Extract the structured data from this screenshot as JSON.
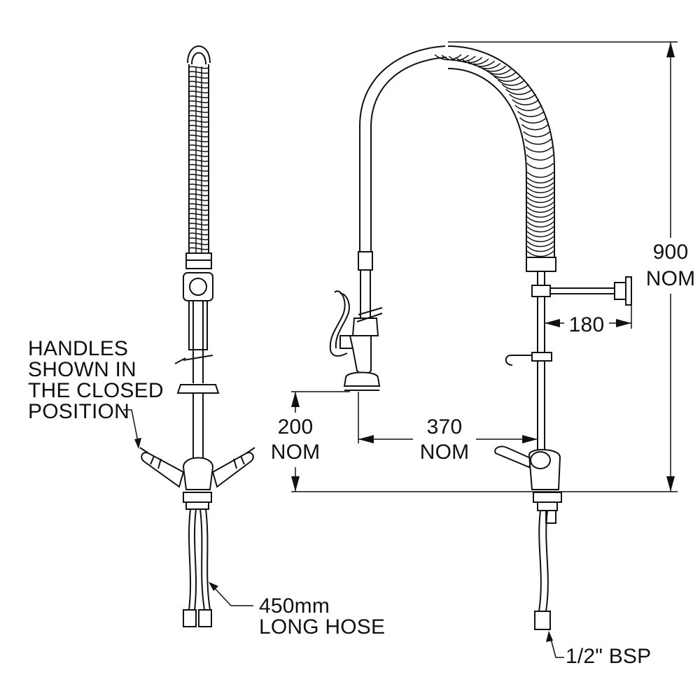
{
  "annotations": {
    "handles_line1": "HANDLES",
    "handles_line2": "SHOWN IN",
    "handles_line3": "THE CLOSED",
    "handles_line4": "POSITION",
    "hose_line1": "450mm",
    "hose_line2": "LONG HOSE",
    "bsp": "1/2\" BSP"
  },
  "dimensions": {
    "height_value": "900",
    "height_unit": "NOM",
    "arm_value": "180",
    "reach_value": "370",
    "reach_unit": "NOM",
    "spout_value": "200",
    "spout_unit": "NOM"
  }
}
